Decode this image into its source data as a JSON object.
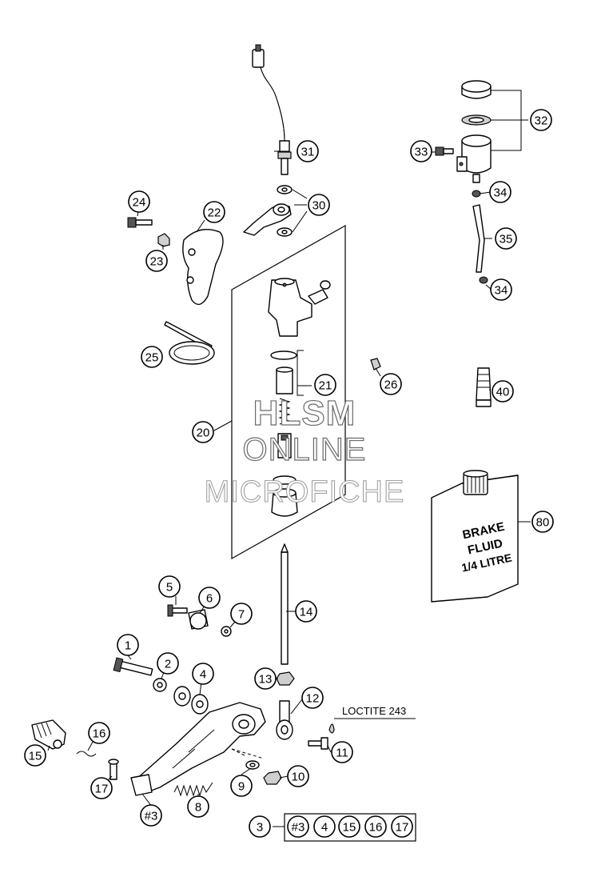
{
  "callouts": [
    {
      "id": "1",
      "label": "1"
    },
    {
      "id": "2",
      "label": "2"
    },
    {
      "id": "3",
      "label": "3"
    },
    {
      "id": "4",
      "label": "4"
    },
    {
      "id": "5",
      "label": "5"
    },
    {
      "id": "6",
      "label": "6"
    },
    {
      "id": "7",
      "label": "7"
    },
    {
      "id": "8",
      "label": "8"
    },
    {
      "id": "9",
      "label": "9"
    },
    {
      "id": "10",
      "label": "10"
    },
    {
      "id": "11",
      "label": "11"
    },
    {
      "id": "12",
      "label": "12"
    },
    {
      "id": "13",
      "label": "13"
    },
    {
      "id": "14",
      "label": "14"
    },
    {
      "id": "15",
      "label": "15"
    },
    {
      "id": "16",
      "label": "16"
    },
    {
      "id": "17",
      "label": "17"
    },
    {
      "id": "20",
      "label": "20"
    },
    {
      "id": "21",
      "label": "21"
    },
    {
      "id": "22",
      "label": "22"
    },
    {
      "id": "23",
      "label": "23"
    },
    {
      "id": "24",
      "label": "24"
    },
    {
      "id": "25",
      "label": "25"
    },
    {
      "id": "26",
      "label": "26"
    },
    {
      "id": "30",
      "label": "30"
    },
    {
      "id": "31",
      "label": "31"
    },
    {
      "id": "32",
      "label": "32"
    },
    {
      "id": "33",
      "label": "33"
    },
    {
      "id": "34a",
      "label": "34"
    },
    {
      "id": "34b",
      "label": "34"
    },
    {
      "id": "35",
      "label": "35"
    },
    {
      "id": "40",
      "label": "40"
    },
    {
      "id": "80",
      "label": "80"
    },
    {
      "id": "h3",
      "label": "#3"
    }
  ],
  "kit_items": [
    "#3",
    "4",
    "15",
    "16",
    "17"
  ],
  "annotation": "LOCTITE 243",
  "container_text": [
    "BRAKE",
    "FLUID",
    "1/4 LITRE"
  ],
  "watermark": [
    "HLSM",
    "ONLINE",
    "MICROFICHE"
  ]
}
